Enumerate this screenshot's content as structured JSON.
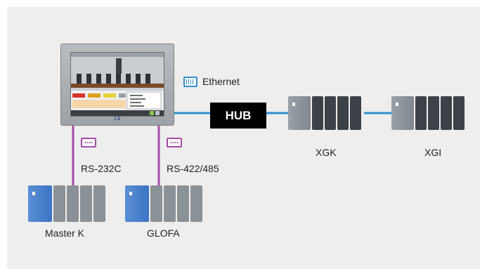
{
  "labels": {
    "ethernet": "Ethernet",
    "hub": "HUB",
    "hmi_brand": "LS",
    "rs232c": "RS-232C",
    "rs422_485": "RS-422/485"
  },
  "devices": {
    "xgk": "XGK",
    "xgi": "XGI",
    "master_k": "Master K",
    "glofa": "GLOFA"
  },
  "colors": {
    "background_panel": "#eeeeee",
    "ethernet_line": "#2f8fd1",
    "serial_line": "#a64aa8",
    "hub_fill": "#000000",
    "plc_blue_cpu": "#3c73c4",
    "plc_dark_module": "#3c4248"
  },
  "icons": {
    "ethernet": "ethernet-port-icon",
    "serial": "serial-port-icon"
  }
}
